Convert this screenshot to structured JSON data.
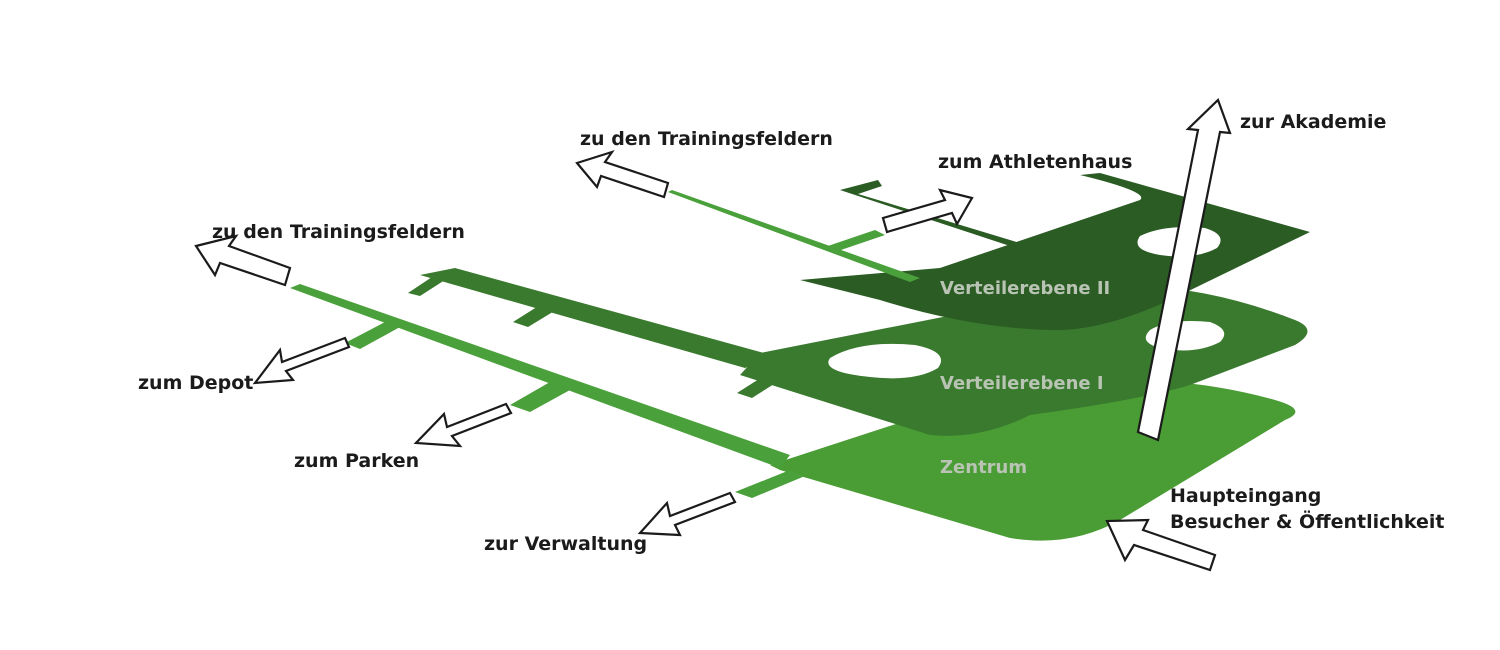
{
  "colors": {
    "zentrum": "#4a9c34",
    "level1": "#3a7a2e",
    "level2": "#2a5c24",
    "path_light": "#4aa03a",
    "level_label": "#b9c4b4"
  },
  "levels": {
    "level2": "Verteilerebene II",
    "level1": "Verteilerebene I",
    "center": "Zentrum"
  },
  "destinations": {
    "trainingsfelder_top": "zu den Trainingsfeldern",
    "trainingsfelder_left": "zu den Trainingsfeldern",
    "athletenhaus": "zum Athletenhaus",
    "akademie": "zur Akademie",
    "depot": "zum Depot",
    "parken": "zum Parken",
    "verwaltung": "zur Verwaltung"
  },
  "entrance": {
    "line1": "Haupteingang",
    "line2": "Besucher & Öffentlichkeit"
  }
}
